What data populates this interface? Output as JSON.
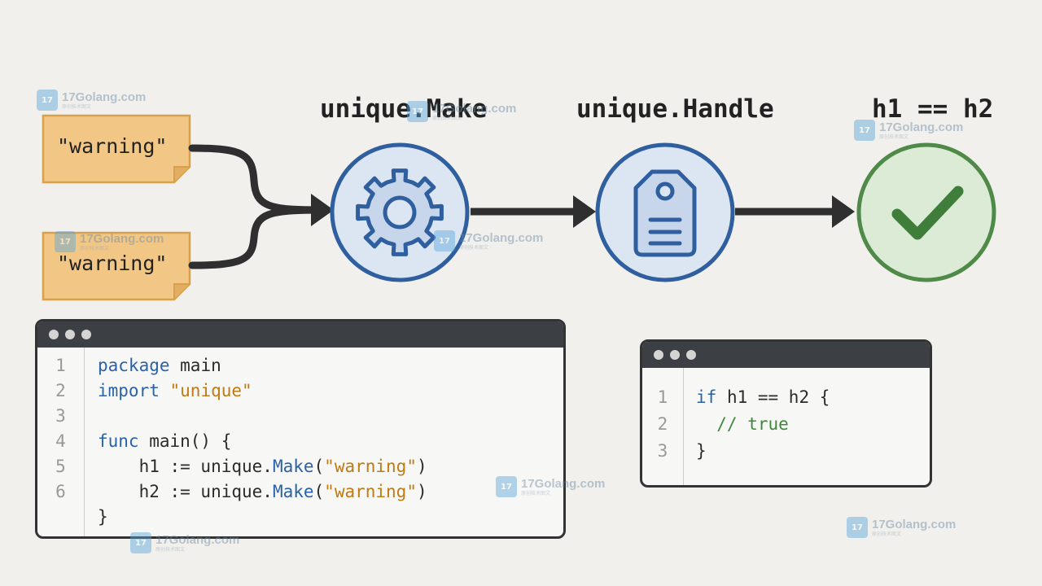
{
  "inputs": [
    {
      "text": "\"warning\""
    },
    {
      "text": "\"warning\""
    }
  ],
  "stages": [
    {
      "title": "unique.Make",
      "icon": "gear-icon"
    },
    {
      "title": "unique.Handle",
      "icon": "tag-icon"
    },
    {
      "title": "h1 == h2",
      "icon": "checkmark-icon"
    }
  ],
  "code_left": {
    "lines": [
      {
        "num": "1",
        "tokens": [
          {
            "t": "package",
            "c": "kw"
          },
          {
            "t": " main",
            "c": ""
          }
        ]
      },
      {
        "num": "2",
        "tokens": [
          {
            "t": "import",
            "c": "kw"
          },
          {
            "t": " ",
            "c": ""
          },
          {
            "t": "\"unique\"",
            "c": "str"
          }
        ]
      },
      {
        "num": "3",
        "tokens": []
      },
      {
        "num": "4",
        "tokens": [
          {
            "t": "func",
            "c": "kw"
          },
          {
            "t": " main() {",
            "c": ""
          }
        ]
      },
      {
        "num": "5",
        "tokens": [
          {
            "t": "    h1 := unique.",
            "c": ""
          },
          {
            "t": "Make",
            "c": "fn"
          },
          {
            "t": "(",
            "c": ""
          },
          {
            "t": "\"warning\"",
            "c": "str"
          },
          {
            "t": ")",
            "c": ""
          }
        ]
      },
      {
        "num": "6",
        "tokens": [
          {
            "t": "    h2 := unique.",
            "c": ""
          },
          {
            "t": "Make",
            "c": "fn"
          },
          {
            "t": "(",
            "c": ""
          },
          {
            "t": "\"warning\"",
            "c": "str"
          },
          {
            "t": ")",
            "c": ""
          }
        ]
      },
      {
        "num": "",
        "tokens": [
          {
            "t": "}",
            "c": ""
          }
        ]
      }
    ]
  },
  "code_right": {
    "lines": [
      {
        "num": "1",
        "tokens": [
          {
            "t": "if",
            "c": "kw"
          },
          {
            "t": " h1 == h2 {",
            "c": ""
          }
        ]
      },
      {
        "num": "2",
        "tokens": [
          {
            "t": "  // true",
            "c": "cm"
          }
        ]
      },
      {
        "num": "3",
        "tokens": [
          {
            "t": "}",
            "c": ""
          }
        ]
      }
    ]
  },
  "watermark": {
    "name": "17Golang.com",
    "sub": "原创技术图文",
    "logo": "17"
  },
  "colors": {
    "note_fill": "#f2c785",
    "note_border": "#d9a04b",
    "blue_stroke": "#2f5f9e",
    "blue_fill": "#dce6f2",
    "green_stroke": "#4f8a49",
    "green_fill": "#dcebd6",
    "arrow": "#2f2f2f"
  }
}
